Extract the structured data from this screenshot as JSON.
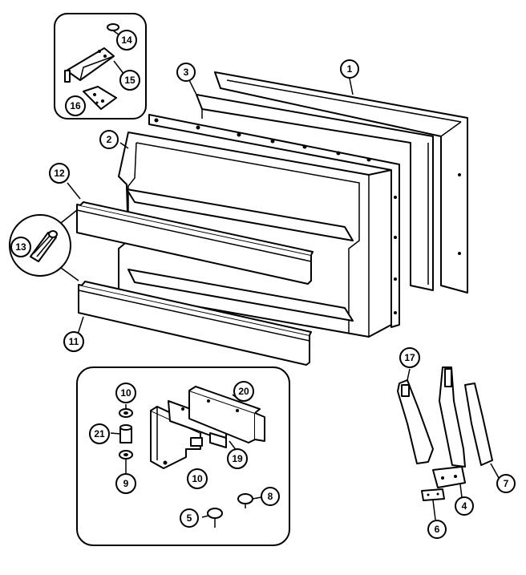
{
  "labels": {
    "c1": "1",
    "c2": "2",
    "c3": "3",
    "c4": "4",
    "c5": "5",
    "c6": "6",
    "c7": "7",
    "c8": "8",
    "c9": "9",
    "c10a": "10",
    "c10b": "10",
    "c11": "11",
    "c12": "12",
    "c13": "13",
    "c14": "14",
    "c15": "15",
    "c16": "16",
    "c17": "17",
    "c19": "19",
    "c20": "20",
    "c21": "21"
  }
}
